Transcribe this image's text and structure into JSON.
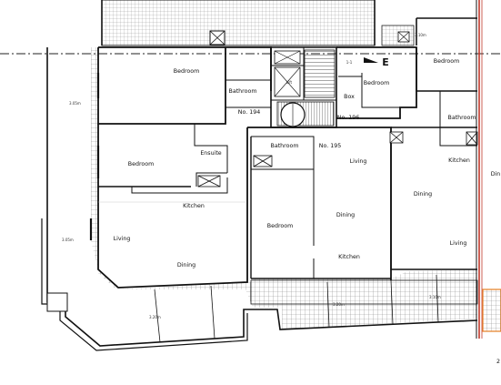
{
  "plan": {
    "units": {
      "u194": "No. 194",
      "u195": "No. 195",
      "u196": "No. 196"
    },
    "rooms": {
      "bedroom_top": "Bedroom",
      "bathroom_194": "Bathroom",
      "bedroom_196_small": "Bedroom",
      "box": "Box",
      "lift": "Lift",
      "bedroom_left": "Bedroom",
      "ensuite": "Ensuite",
      "kitchen_left": "Kitchen",
      "living_left": "Living",
      "dining_left": "Dining",
      "bathroom_195": "Bathroom",
      "living_195": "Living",
      "bedroom_195": "Bedroom",
      "dining_195": "Dining",
      "kitchen_195": "Kitchen",
      "dining_196": "Dining",
      "living_196": "Living",
      "bedroom_right_top": "Bedroom",
      "bathroom_right": "Bathroom",
      "kitchen_right": "Kitchen",
      "dining_edge": "Din"
    },
    "section_marker": "E",
    "section_marker_small": "1-1",
    "terrace_notes": [
      "3.05m",
      "3.05m",
      "3.20m",
      "3.20m",
      "3.10m",
      "3.10m"
    ],
    "edge_mark": "2"
  }
}
